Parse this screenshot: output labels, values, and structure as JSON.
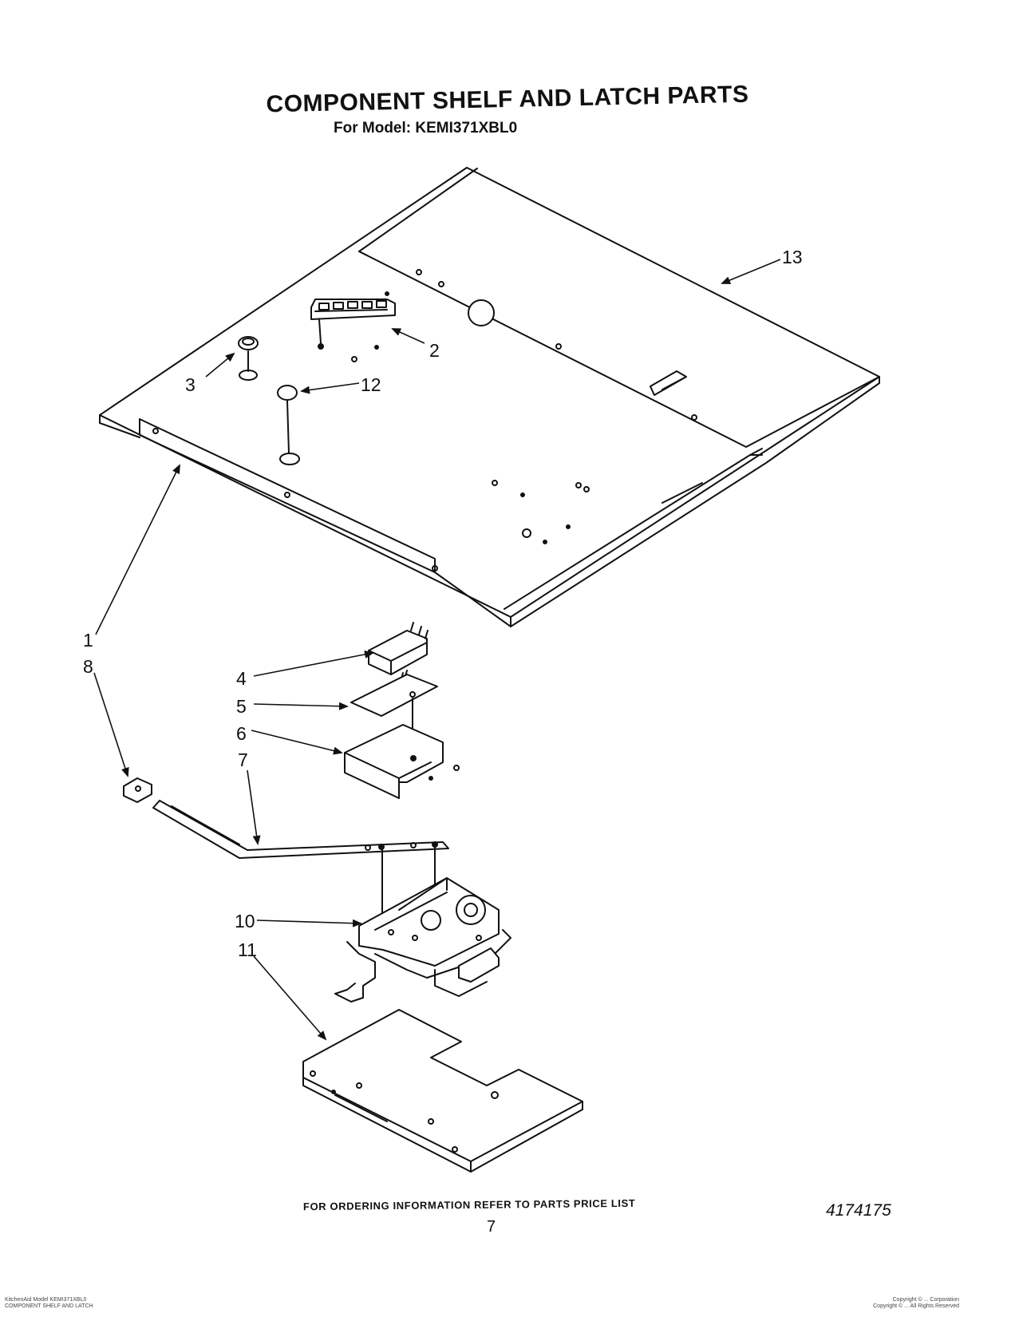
{
  "header": {
    "title": "COMPONENT SHELF AND LATCH PARTS",
    "subtitle": "For Model: KEMI371XBL0"
  },
  "callouts": [
    "1",
    "2",
    "3",
    "4",
    "5",
    "6",
    "7",
    "8",
    "10",
    "11",
    "12",
    "13"
  ],
  "footer": {
    "note": "FOR ORDERING INFORMATION REFER TO PARTS PRICE LIST",
    "page": "7",
    "doc_number": "4174175",
    "fine_print_left": [
      "KitchenAid Model KEMI371XBL0",
      "COMPONENT SHELF AND LATCH"
    ],
    "fine_print_right": [
      "Copyright © ... Corporation",
      "Copyright © ... All Rights Reserved"
    ]
  }
}
